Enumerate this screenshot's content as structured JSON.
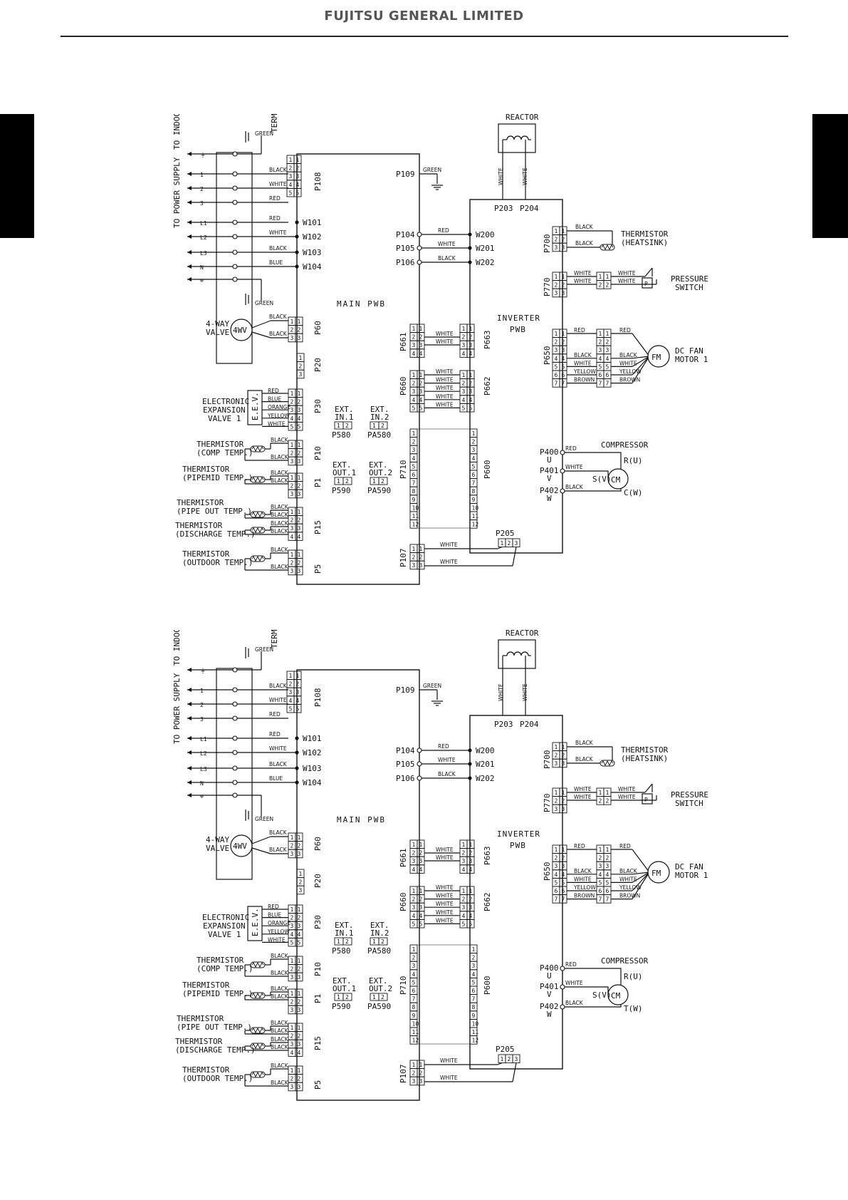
{
  "header": {
    "title": "FUJITSU GENERAL LIMITED"
  },
  "diagrams": [
    {
      "main_pwb_label": "MAIN PWB",
      "inverter_pwb_label": [
        "INVERTER",
        "PWB"
      ],
      "terminal_label": "TERMINAL",
      "indoor_label": "TO INDOOR UNIT",
      "power_label": "TO POWER SUPPLY",
      "terminal_markings": [
        "⏚",
        "1",
        "2",
        "3",
        "L1",
        "L2",
        "L3",
        "N",
        "⊕"
      ],
      "reactor_label": "REACTOR",
      "comp_motor_label": "CM",
      "compressor_label": "COMPRESSOR",
      "comp_terminals": [
        "R(U)",
        "S(V)",
        "C(W)"
      ],
      "fan_label": [
        "DC FAN",
        "MOTOR 1"
      ],
      "pressure_label": [
        "PRESSURE",
        "SWITCH"
      ],
      "heatsink_label": [
        "THERMISTOR",
        "(HEATSINK)"
      ],
      "valve_label": [
        "4-WAY",
        "VALVE"
      ],
      "eev_label": [
        "ELECTRONIC",
        "EXPANSION",
        "VALVE 1"
      ],
      "thermistors": [
        [
          "THERMISTOR",
          "(COMP TEMP.)"
        ],
        [
          "THERMISTOR",
          "(PIPEMID TEMP.)"
        ],
        [
          "THERMISTOR",
          "(PIPE OUT TEMP.)"
        ],
        [
          "THERMISTOR",
          "(DISCHARGE TEMP.)"
        ],
        [
          "THERMISTOR",
          "(OUTDOOR TEMP.)"
        ]
      ],
      "ext": [
        [
          "EXT.",
          "IN.1",
          "P580"
        ],
        [
          "EXT.",
          "IN.2",
          "PA580"
        ],
        [
          "EXT.",
          "OUT.1",
          "P590"
        ],
        [
          "EXT.",
          "OUT.2",
          "PA590"
        ]
      ],
      "connectors": {
        "p108": "P108",
        "p60": "P60",
        "p20": "P20",
        "p30": "P30",
        "p10": "P10",
        "p1": "P1",
        "p15": "P15",
        "p5": "P5",
        "p109": "P109",
        "p104": "P104",
        "p105": "P105",
        "p106": "P106",
        "p661": "P661",
        "p660": "P660",
        "p710": "P710",
        "p107": "P107",
        "w101": "W101",
        "w102": "W102",
        "w103": "W103",
        "w104": "W104",
        "w200": "W200",
        "w201": "W201",
        "w202": "W202",
        "p663": "P663",
        "p662": "P662",
        "p600": "P600",
        "p205": "P205",
        "p203": "P203",
        "p204": "P204",
        "p700": "P700",
        "p770": "P770",
        "p650": "P650",
        "p400": "P400",
        "p401": "P401",
        "p402": "P402",
        "u": "U",
        "v": "V",
        "w": "W"
      }
    },
    {
      "main_pwb_label": "MAIN PWB",
      "inverter_pwb_label": [
        "INVERTER",
        "PWB"
      ],
      "terminal_label": "TERMINAL",
      "indoor_label": "TO INDOOR UNIT",
      "power_label": "TO POWER SUPPLY",
      "terminal_markings": [
        "⏚",
        "1",
        "2",
        "3",
        "L1",
        "L2",
        "L3",
        "N",
        "⊕"
      ],
      "reactor_label": "REACTOR",
      "comp_motor_label": "CM",
      "compressor_label": "COMPRESSOR",
      "comp_terminals": [
        "R(U)",
        "S(V)",
        "T(W)"
      ],
      "fan_label": [
        "DC FAN",
        "MOTOR 1"
      ],
      "pressure_label": [
        "PRESSURE",
        "SWITCH"
      ],
      "heatsink_label": [
        "THERMISTOR",
        "(HEATSINK)"
      ],
      "valve_label": [
        "4-WAY",
        "VALVE"
      ],
      "eev_label": [
        "ELECTRONIC",
        "EXPANSION",
        "VALVE 1"
      ],
      "thermistors": [
        [
          "THERMISTOR",
          "(COMP TEMP.)"
        ],
        [
          "THERMISTOR",
          "(PIPEMID TEMP.)"
        ],
        [
          "THERMISTOR",
          "(PIPE OUT TEMP.)"
        ],
        [
          "THERMISTOR",
          "(DISCHARGE TEMP.)"
        ],
        [
          "THERMISTOR",
          "(OUTDOOR TEMP.)"
        ]
      ],
      "ext": [
        [
          "EXT.",
          "IN.1",
          "P580"
        ],
        [
          "EXT.",
          "IN.2",
          "PA580"
        ],
        [
          "EXT.",
          "OUT.1",
          "P590"
        ],
        [
          "EXT.",
          "OUT.2",
          "PA590"
        ]
      ],
      "connectors": {
        "p108": "P108",
        "p60": "P60",
        "p20": "P20",
        "p30": "P30",
        "p10": "P10",
        "p1": "P1",
        "p15": "P15",
        "p5": "P5",
        "p109": "P109",
        "p104": "P104",
        "p105": "P105",
        "p106": "P106",
        "p661": "P661",
        "p660": "P660",
        "p710": "P710",
        "p107": "P107",
        "w101": "W101",
        "w102": "W102",
        "w103": "W103",
        "w104": "W104",
        "w200": "W200",
        "w201": "W201",
        "w202": "W202",
        "p663": "P663",
        "p662": "P662",
        "p600": "P600",
        "p205": "P205",
        "p203": "P203",
        "p204": "P204",
        "p700": "P700",
        "p770": "P770",
        "p650": "P650",
        "p400": "P400",
        "p401": "P401",
        "p402": "P402",
        "u": "U",
        "v": "V",
        "w": "W"
      }
    }
  ],
  "wire_colors": {
    "black": "BLACK",
    "white": "WHITE",
    "red": "RED",
    "blue": "BLUE",
    "green": "GREEN",
    "orange": "ORANGE",
    "yellow": "YELLOW",
    "brown": "BROWN"
  }
}
